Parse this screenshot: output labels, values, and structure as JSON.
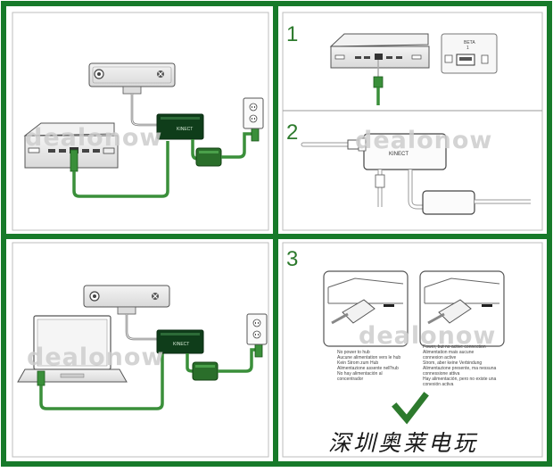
{
  "watermark": {
    "panel_a": "dealonow",
    "panel_b": "dealonow",
    "panel_c": "dealonow",
    "panel_d": "dealonow"
  },
  "steps": {
    "one": "1",
    "two": "2",
    "three": "3"
  },
  "hub": {
    "brand_small": "KINECT",
    "brand_large": "KINECT"
  },
  "usb_port": {
    "label_line1": "BETA",
    "label_line2": "1"
  },
  "notes": {
    "left": [
      "No power to hub",
      "Aucune alimentation vers le hub",
      "Kein Strom zum Hub",
      "Alimentazione assente nell'hub",
      "No hay alimentación al",
      "concentrador"
    ],
    "right": [
      "Power, but no active connection",
      "Alimentation mais aucune",
      "connexion active",
      "Strom, aber keine Verbindung",
      "Alimentazione presente, ma nessuna",
      "connessione attiva",
      "Hay alimentación, pero no existe una",
      "conexión activa"
    ]
  },
  "signature": "深圳奥莱电玩",
  "colors": {
    "frame": "#177a2a",
    "cable": "#3a8f3a",
    "hub": "#0f3d1a",
    "check": "#2d7a2d",
    "device": "#e9e9e9",
    "outline": "#555555"
  },
  "icons": [
    "xbox-logo-icon",
    "checkmark-icon",
    "wall-outlet-icon",
    "usb-port-icon",
    "led-indicator-icon"
  ]
}
